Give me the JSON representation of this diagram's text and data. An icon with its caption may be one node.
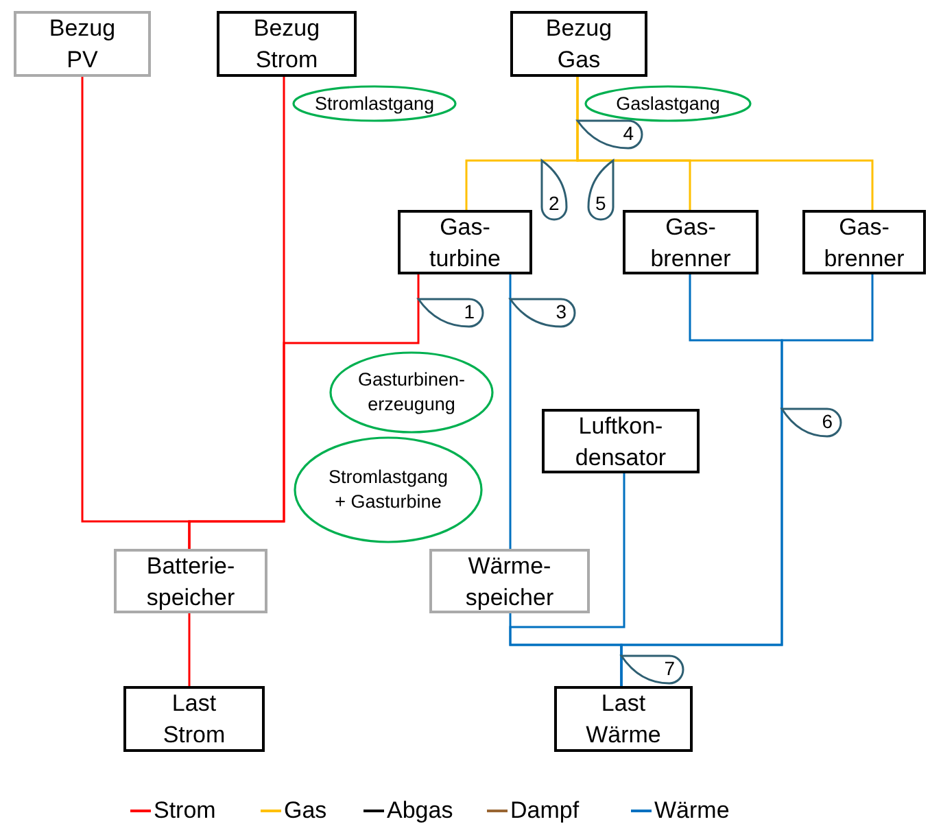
{
  "diagram": {
    "nodes": [
      {
        "text": [
          "Bezug PV"
        ]
      },
      {
        "text": [
          "Bezug Strom"
        ]
      },
      {
        "text": [
          "Bezug Gas"
        ]
      },
      {
        "text": [
          "Stromlastgang"
        ]
      },
      {
        "text": [
          "Gaslastgang"
        ]
      },
      {
        "text": [
          "4"
        ]
      },
      {
        "text": [
          "2"
        ]
      },
      {
        "text": [
          "5"
        ]
      },
      {
        "text": [
          "Gas-turbine"
        ]
      },
      {
        "text": [
          "Gas-brenner"
        ]
      },
      {
        "text": [
          "Gas-brenner"
        ]
      },
      {
        "text": [
          "1"
        ]
      },
      {
        "text": [
          "3"
        ]
      },
      {
        "text": [
          "Gasturbinen-erzeugung"
        ]
      },
      {
        "text": [
          "6"
        ]
      },
      {
        "text": [
          "Luftkon-densator"
        ]
      },
      {
        "text": [
          "Stromlastgang + Gasturbine"
        ]
      },
      {
        "text": [
          "Batterie-speicher"
        ]
      },
      {
        "text": [
          "Wärme-speicher"
        ]
      },
      {
        "text": [
          "7"
        ]
      },
      {
        "text": [
          "Last Strom"
        ]
      },
      {
        "text": [
          "Last Wärme"
        ]
      }
    ],
    "edges": [
      {
        "from": 0,
        "to": 17,
        "arrow": "none",
        "color": "#ff0000"
      },
      {
        "from": 1,
        "to": 17,
        "arrow": "none",
        "color": "#ff0000"
      },
      {
        "from": 8,
        "to": 17,
        "arrow": "none",
        "color": "#ff0000"
      },
      {
        "from": 17,
        "to": 20,
        "arrow": "none",
        "color": "#ff0000"
      },
      {
        "from": 2,
        "to": 8,
        "arrow": "none",
        "color": "#ffc000"
      },
      {
        "from": 2,
        "to": 9,
        "arrow": "none",
        "color": "#ffc000"
      },
      {
        "from": 2,
        "to": 10,
        "arrow": "none",
        "color": "#ffc000"
      },
      {
        "from": 8,
        "to": 18,
        "arrow": "none"
      },
      {
        "from": 18,
        "to": 21,
        "arrow": "none"
      },
      {
        "from": 15,
        "to": 21,
        "arrow": "none"
      },
      {
        "from": 9,
        "to": 21,
        "arrow": "none"
      },
      {
        "from": 10,
        "to": 21,
        "arrow": "none"
      }
    ],
    "legend": [
      {
        "text": "Strom",
        "color": "#ff0000"
      },
      {
        "text": "Gas",
        "color": "#ffc000"
      },
      {
        "text": "Abgas",
        "color": "#000000"
      },
      {
        "text": "Dampf",
        "color": "#996633"
      },
      {
        "text": "Wärme",
        "color": "#0070c0"
      }
    ]
  }
}
